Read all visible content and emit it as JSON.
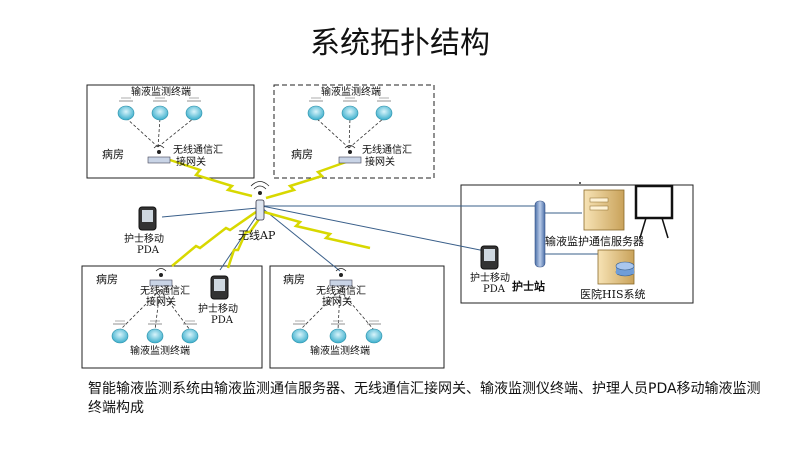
{
  "title": "系统拓扑结构",
  "caption": "智能输液监测系统由输液监测通信服务器、无线通信汇接网关、输液监测仪终端、护理人员PDA移动输液监测终端构成",
  "labels": {
    "terminal": "输液监测终端",
    "ward": "病房",
    "gateway_line1": "无线通信汇",
    "gateway_line2": "接网关",
    "wireless_ap": "无线AP",
    "nurse_pda_line1": "护士移动",
    "nurse_pda_line2": "PDA",
    "nurse_station": "护士站",
    "server": "输液监护通信服务器",
    "his": "医院HIS系统"
  },
  "colors": {
    "sensor": "#55c0d8",
    "wireless_link": "#e6e600",
    "wired_link": "#3a5f8a",
    "server_body": "#f0d49a",
    "backbone": "#6f8fbf"
  }
}
